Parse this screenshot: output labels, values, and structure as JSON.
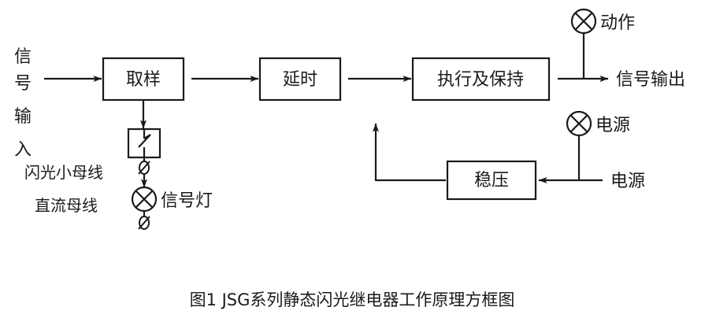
{
  "figure": {
    "caption": "图1  JSG系列静态闪光继电器工作原理方框图",
    "stroke_color": "#1a1a1a",
    "background_color": "#ffffff"
  },
  "blocks": {
    "sampling": {
      "label": "取样"
    },
    "delay": {
      "label": "延时"
    },
    "execute_hold": {
      "label": "执行及保持"
    },
    "regulator": {
      "label": "稳压"
    }
  },
  "labels": {
    "input_vertical": [
      "信",
      "号",
      "输",
      "入"
    ],
    "flash_bus": "闪光小母线",
    "dc_bus": "直流母线",
    "signal_lamp": "信号灯",
    "action_lamp": "动作",
    "signal_output": "信号输出",
    "power_lamp": "电源",
    "power_source": "电源"
  },
  "icons": {
    "lamp": "lamp-cross-circle-icon",
    "terminal": "terminal-slash-icon",
    "relay_contact": "relay-contact-icon"
  }
}
